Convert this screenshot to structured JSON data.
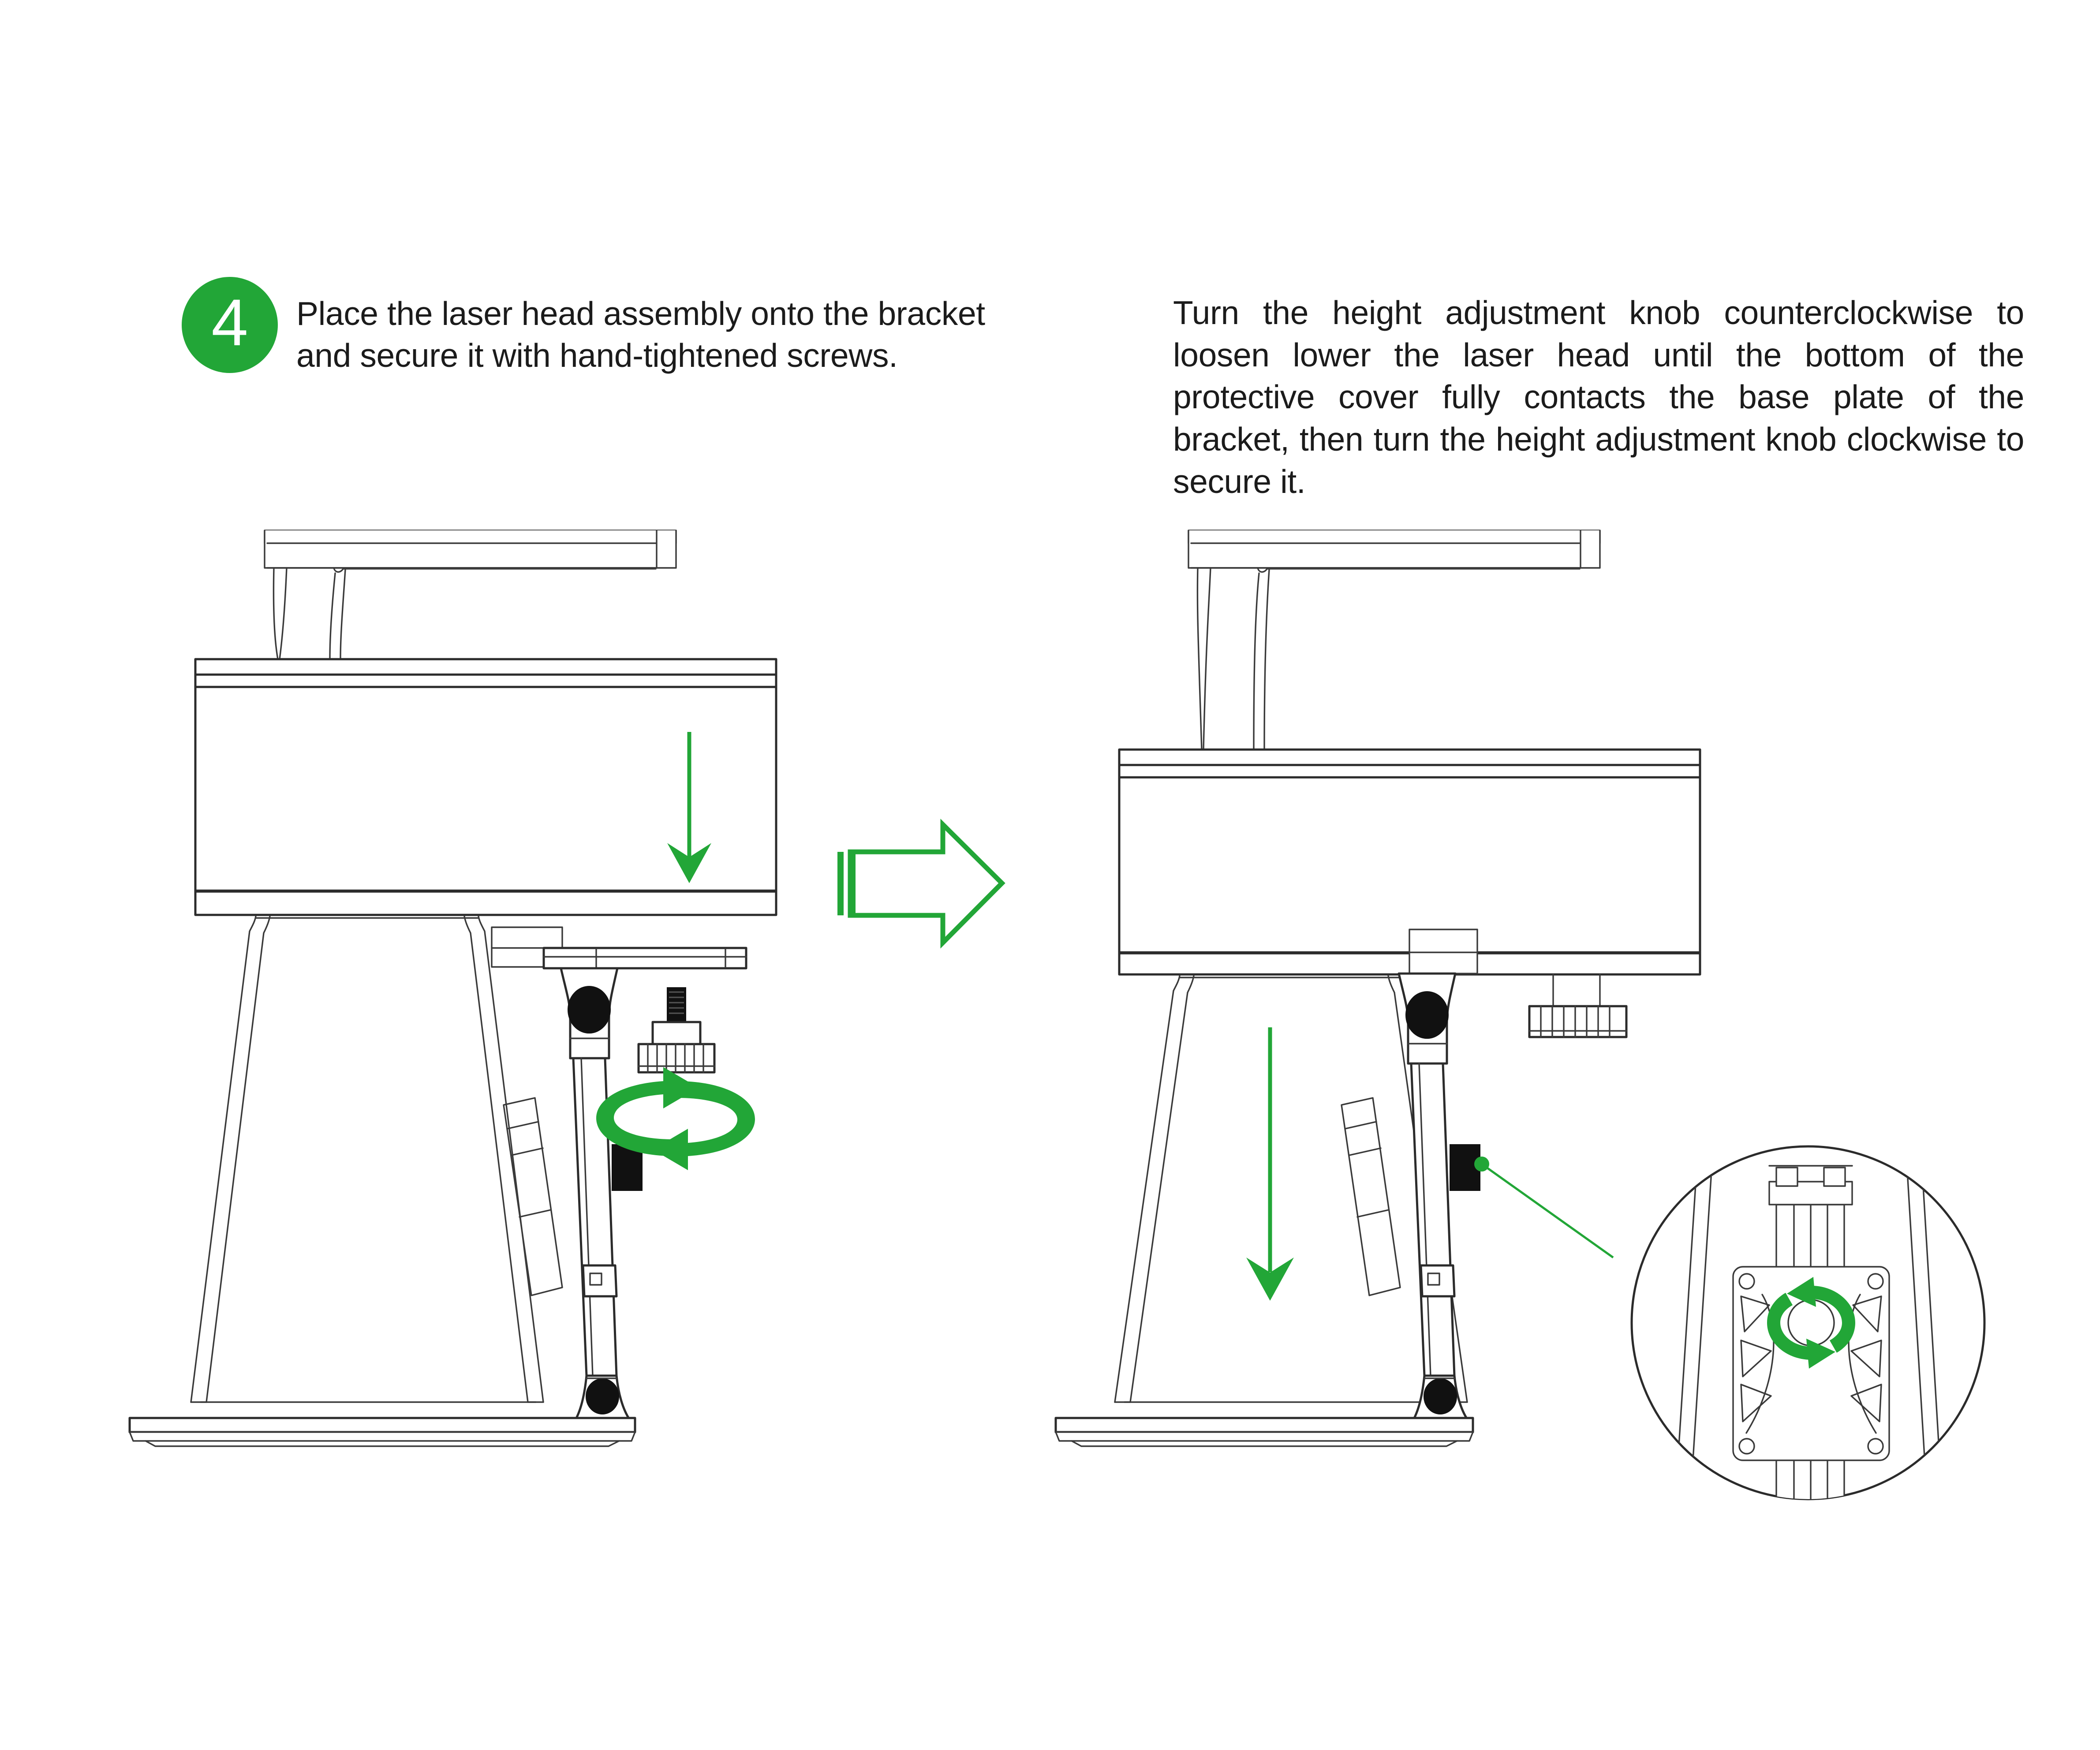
{
  "document": {
    "type": "assembly-instruction-diagram",
    "title_number": "4",
    "background_color": "#ffffff",
    "accent_color": "#22a637",
    "line_color": "#2b2b2b"
  },
  "step": {
    "number": "4",
    "badge_color": "#22a637",
    "instruction": "Place the laser head assembly onto the bracket and secure it with hand-tightened screws."
  },
  "note": {
    "text": "Turn the height adjustment knob counterclockwise to loosen lower the laser head until the bottom of the protective cover fully contacts the base plate of the bracket, then turn the height adjustment knob clockwise to secure it."
  },
  "figures": {
    "left": {
      "caption_role": "before-state",
      "parts": [
        "laser-head-enclosure",
        "top-rail-bar",
        "support-legs",
        "vertical-column",
        "bracket-arm",
        "pivot-joint",
        "height-adjustment-knob",
        "sensor-block",
        "base-plate"
      ],
      "annotations": {
        "down_arrow": "lower the laser head onto the bracket",
        "rotation_arrow": "turn the height adjustment knob"
      }
    },
    "transition": {
      "icon": "right-arrow-outline",
      "color": "#22a637",
      "meaning": "results in"
    },
    "right": {
      "caption_role": "after-state",
      "parts": [
        "laser-head-enclosure",
        "top-rail-bar",
        "support-legs",
        "vertical-column",
        "bracket-arm",
        "pivot-joint",
        "height-adjustment-knob",
        "sensor-block",
        "base-plate",
        "detail-callout-circle"
      ],
      "annotations": {
        "down_arrow": "lower until the protective cover contacts the base plate",
        "detail_callout": "cooling fan and column clamp, rotate knob clockwise to secure",
        "leader_line_color": "#22a637"
      }
    }
  }
}
